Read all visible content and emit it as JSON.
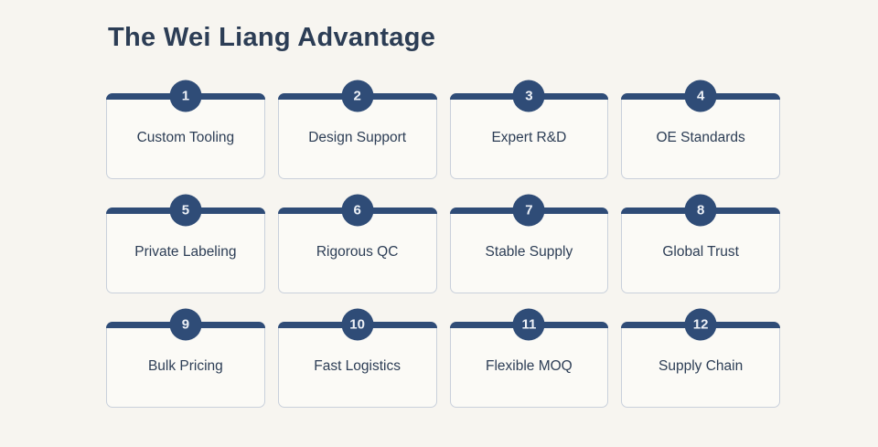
{
  "page": {
    "title": "The Wei Liang Advantage"
  },
  "colors": {
    "page_bg": "#F7F5F0",
    "card_bg": "#FBFAF6",
    "navy": "#2F4C77",
    "border": "#C9D0DB",
    "ink": "#2C3D55",
    "badge_text": "#EDF1F7"
  },
  "cards": [
    {
      "number": "1",
      "label": "Custom Tooling"
    },
    {
      "number": "2",
      "label": "Design Support"
    },
    {
      "number": "3",
      "label": "Expert R&D"
    },
    {
      "number": "4",
      "label": "OE Standards"
    },
    {
      "number": "5",
      "label": "Private Labeling"
    },
    {
      "number": "6",
      "label": "Rigorous QC"
    },
    {
      "number": "7",
      "label": "Stable Supply"
    },
    {
      "number": "8",
      "label": "Global Trust"
    },
    {
      "number": "9",
      "label": "Bulk Pricing"
    },
    {
      "number": "10",
      "label": "Fast Logistics"
    },
    {
      "number": "11",
      "label": "Flexible MOQ"
    },
    {
      "number": "12",
      "label": "Supply Chain"
    }
  ]
}
